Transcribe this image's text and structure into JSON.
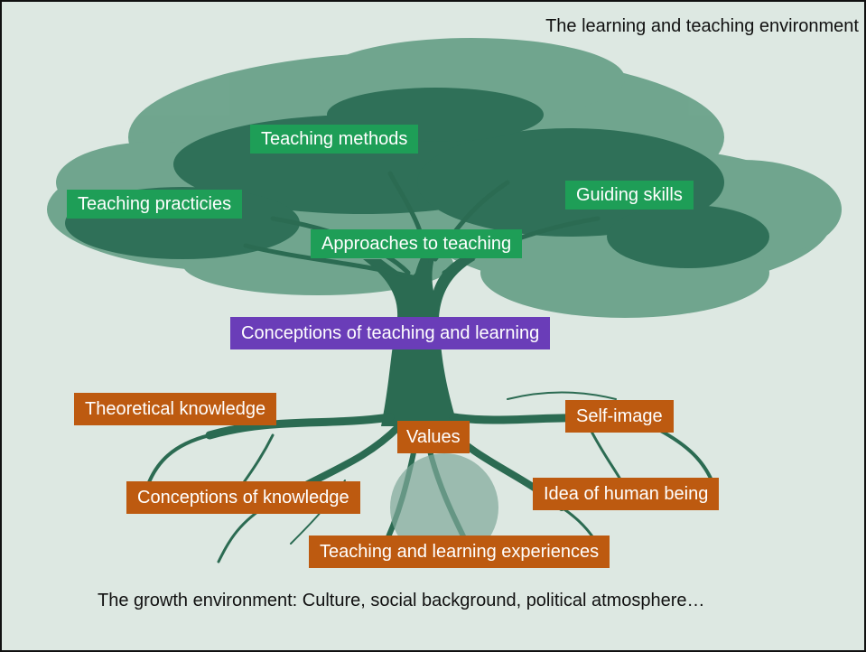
{
  "title": "The learning and teaching environment",
  "footer": "The growth environment: Culture, social background, political atmosphere…",
  "crown_labels": {
    "teaching_methods": "Teaching methods",
    "teaching_practices": "Teaching practicies",
    "guiding_skills": "Guiding skills",
    "approaches": "Approaches to teaching"
  },
  "trunk_label": "Conceptions of teaching and learning",
  "root_labels": {
    "theoretical_knowledge": "Theoretical knowledge",
    "values": "Values",
    "self_image": "Self-image",
    "conceptions_of_knowledge": "Conceptions of knowledge",
    "idea_of_human_being": "Idea of human being",
    "experiences": "Teaching and learning experiences"
  },
  "colors": {
    "background": "#dde8e2",
    "crown_label": "#1e9e57",
    "trunk_label": "#6a3db8",
    "root_label": "#bd5a10",
    "tree_dark": "#2b6b52",
    "tree_light": "#4f8c72"
  }
}
